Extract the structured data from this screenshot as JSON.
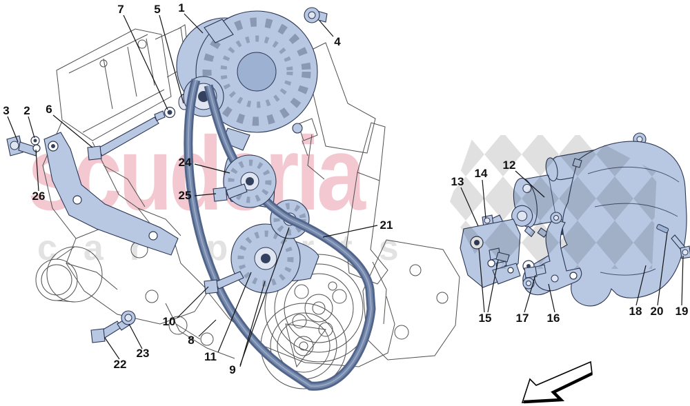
{
  "watermark": {
    "brand": "scuderia",
    "tagline": "car parts"
  },
  "callouts": {
    "c1": "1",
    "c2": "2",
    "c3": "3",
    "c4": "4",
    "c5": "5",
    "c6": "6",
    "c7": "7",
    "c8": "8",
    "c9": "9",
    "c10": "10",
    "c11": "11",
    "c12": "12",
    "c13": "13",
    "c14": "14",
    "c15": "15",
    "c16": "16",
    "c17": "17",
    "c18": "18",
    "c19": "19",
    "c20": "20",
    "c21": "21",
    "c22": "22",
    "c23": "23",
    "c24": "24",
    "c25": "25",
    "c26": "26"
  },
  "icons": {
    "direction_arrow": "block-arrow-pointing-down-left",
    "checkered_flag": "checkered-flag-pattern"
  },
  "colors": {
    "part_blue": "#b8c8e2",
    "part_blue_dark": "#9db1d2",
    "outline_navy": "#2a3552",
    "belt_blue": "#51648a",
    "watermark_pink": "#f4c8d1",
    "watermark_gray": "#e2e2e2",
    "checker_gray": "#dcdcdc",
    "line_gray": "#4f4f4f",
    "label_black": "#111111"
  }
}
